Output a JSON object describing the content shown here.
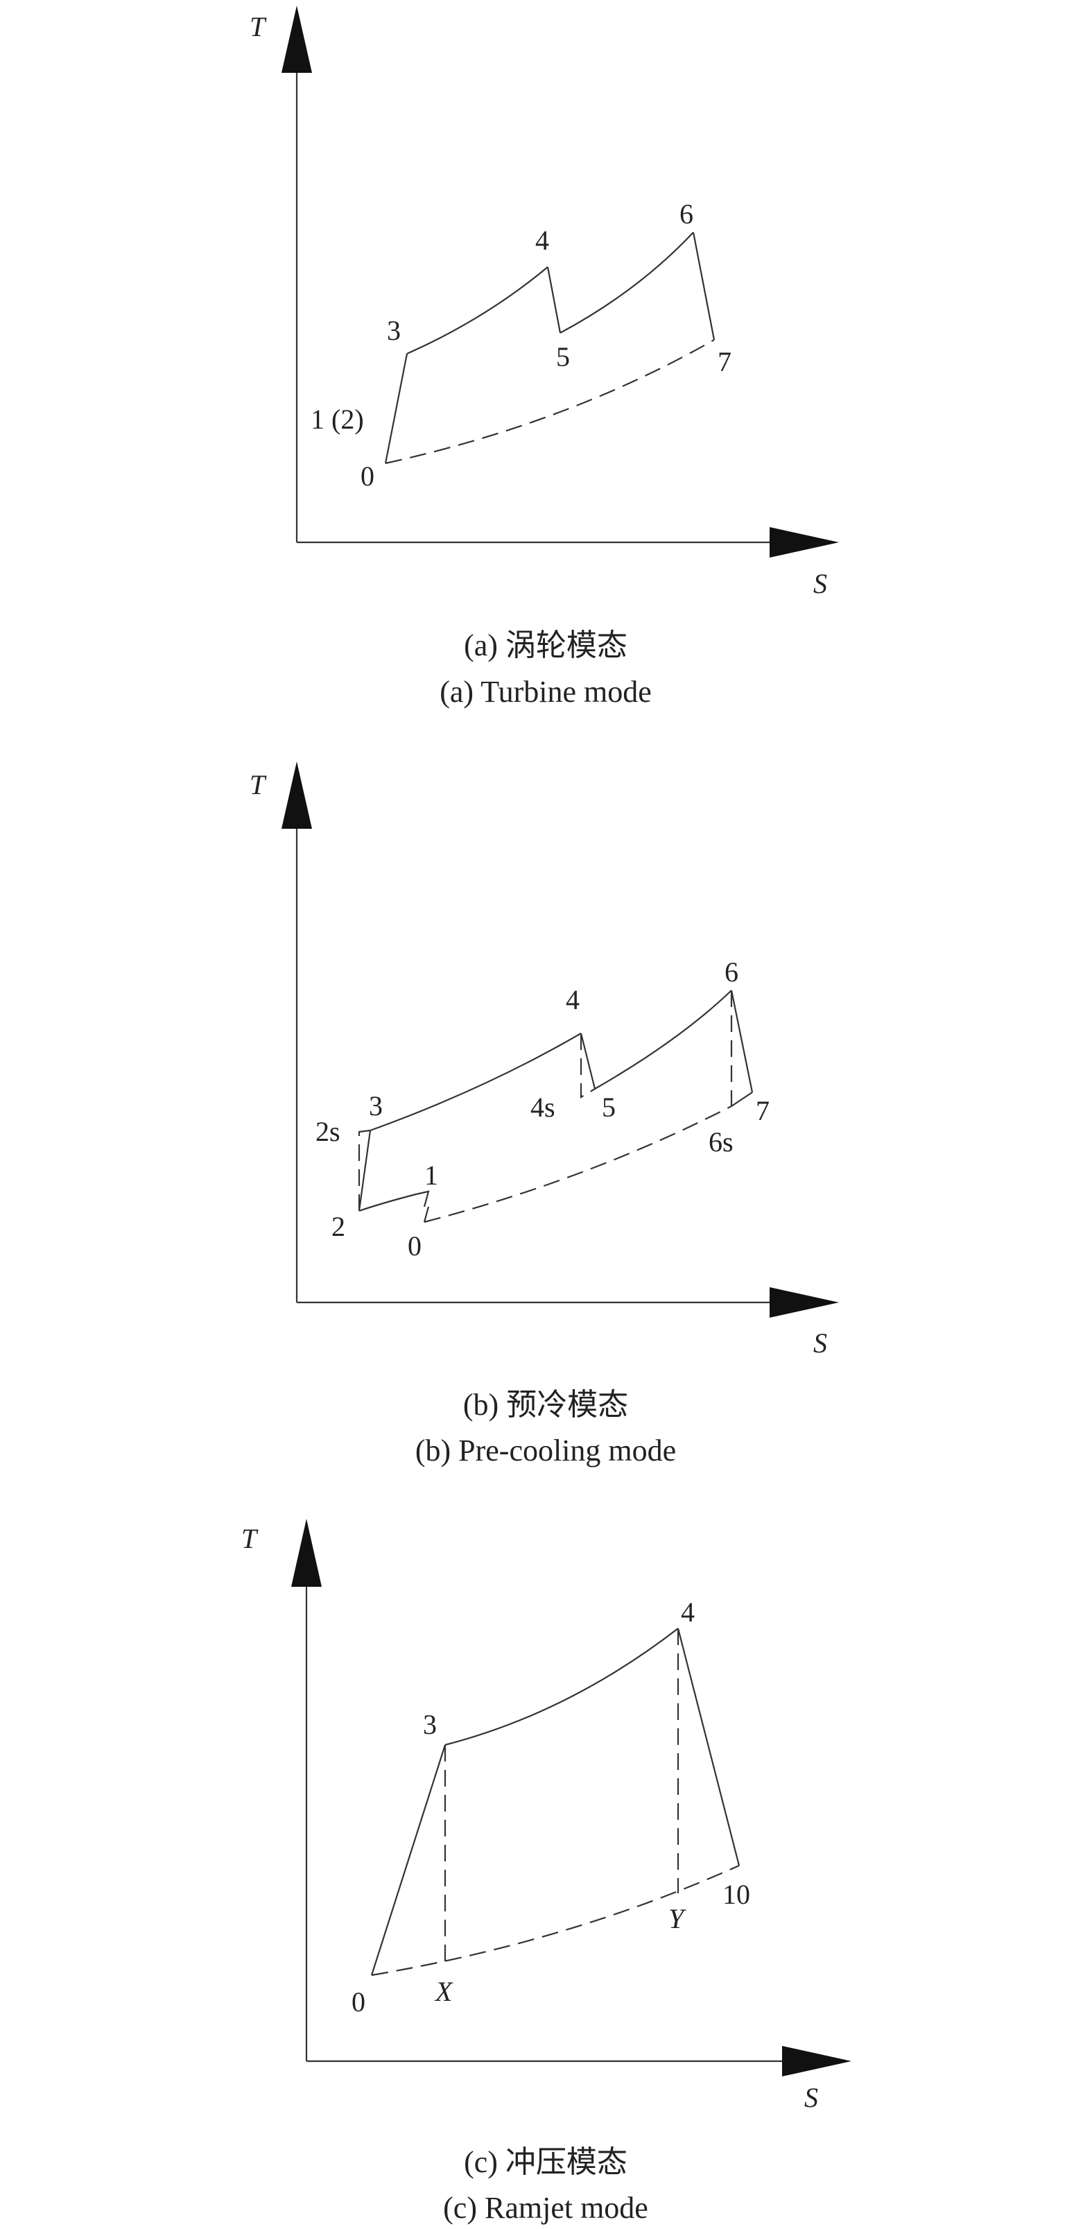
{
  "panels": [
    {
      "axes": {
        "y": "T",
        "x": "S"
      },
      "points": {
        "p0": "0",
        "p12": "1 (2)",
        "p3": "3",
        "p4": "4",
        "p5": "5",
        "p6": "6",
        "p7": "7"
      },
      "caption_cn": "(a) 涡轮模态",
      "caption_en": "(a) Turbine mode"
    },
    {
      "axes": {
        "y": "T",
        "x": "S"
      },
      "points": {
        "p0": "0",
        "p1": "1",
        "p2": "2",
        "p2s": "2s",
        "p3": "3",
        "p4": "4",
        "p4s": "4s",
        "p5": "5",
        "p6": "6",
        "p6s": "6s",
        "p7": "7"
      },
      "caption_cn": "(b) 预冷模态",
      "caption_en": "(b) Pre-cooling mode"
    },
    {
      "axes": {
        "y": "T",
        "x": "S"
      },
      "points": {
        "p0": "0",
        "p3": "3",
        "p4": "4",
        "p10": "10",
        "pX": "X",
        "pY": "Y"
      },
      "caption_cn": "(c) 冲压模态",
      "caption_en": "(c) Ramjet mode"
    }
  ]
}
